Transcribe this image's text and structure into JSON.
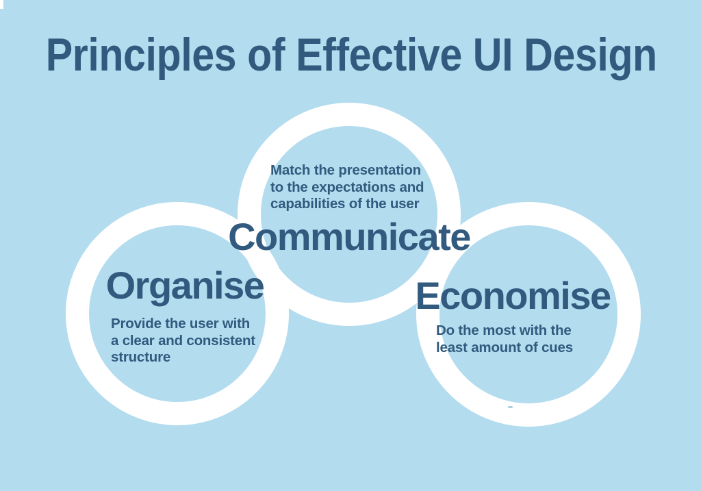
{
  "theme": {
    "bg_color": "#b3dcef",
    "text_color": "#315a7e",
    "ring_color": "#ffffff",
    "artifact_color": "#a9cfe2"
  },
  "title": "Principles of Effective UI Design",
  "circles": [
    {
      "label": "Communicate",
      "desc_lines": [
        "Match the presentation",
        "to the expectations and",
        "capabilities of the user"
      ]
    },
    {
      "label": "Organise",
      "desc_lines": [
        "Provide the user with",
        "a clear and consistent",
        "structure"
      ]
    },
    {
      "label": "Economise",
      "desc_lines": [
        "Do the most with the",
        "least amount of cues"
      ]
    }
  ]
}
